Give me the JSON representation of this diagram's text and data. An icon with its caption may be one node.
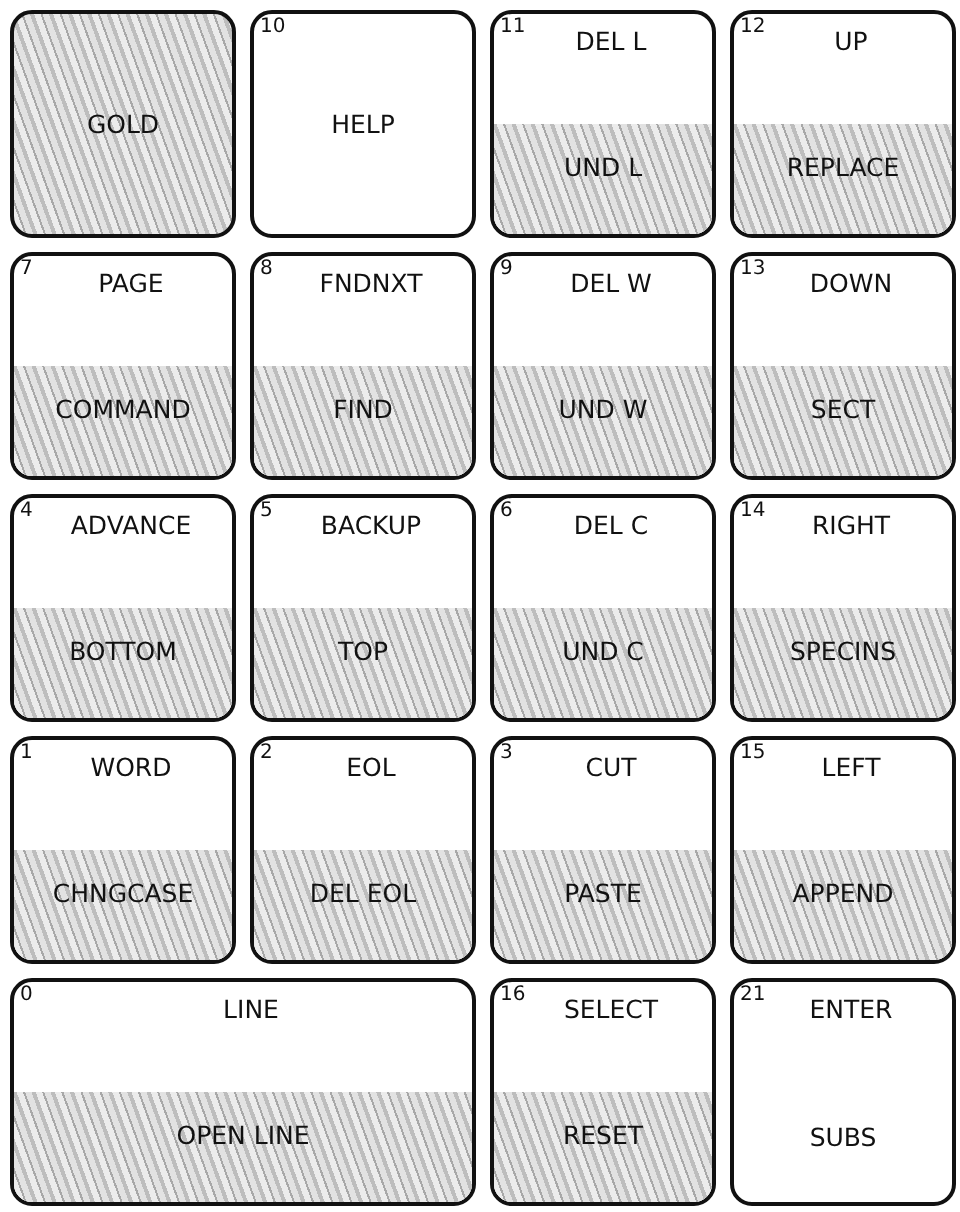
{
  "diagram": {
    "nodes": [
      {
        "text": [
          "GOLD"
        ]
      },
      {
        "text": [
          "10",
          "HELP"
        ]
      },
      {
        "text": [
          "11",
          "DEL L"
        ]
      },
      {
        "text": [
          "UND L"
        ],
        "in": 2
      },
      {
        "text": [
          "12",
          "UP"
        ]
      },
      {
        "text": [
          "REPLACE"
        ],
        "in": 4
      },
      {
        "text": [
          "7",
          "PAGE"
        ]
      },
      {
        "text": [
          "COMMAND"
        ],
        "in": 6
      },
      {
        "text": [
          "8",
          "FNDNXT"
        ]
      },
      {
        "text": [
          "FIND"
        ],
        "in": 8
      },
      {
        "text": [
          "9",
          "DEL W"
        ]
      },
      {
        "text": [
          "UND W"
        ],
        "in": 10
      },
      {
        "text": [
          "13",
          "DOWN"
        ]
      },
      {
        "text": [
          "SECT"
        ],
        "in": 12
      },
      {
        "text": [
          "4",
          "ADVANCE"
        ]
      },
      {
        "text": [
          "BOTTOM"
        ],
        "in": 14
      },
      {
        "text": [
          "5",
          "BACKUP"
        ]
      },
      {
        "text": [
          "TOP"
        ],
        "in": 16
      },
      {
        "text": [
          "6",
          "DEL C"
        ]
      },
      {
        "text": [
          "UND C"
        ],
        "in": 18
      },
      {
        "text": [
          "14",
          "RIGHT"
        ]
      },
      {
        "text": [
          "SPECINS"
        ],
        "in": 20
      },
      {
        "text": [
          "1",
          "WORD"
        ]
      },
      {
        "text": [
          "CHNGCASE"
        ],
        "in": 22
      },
      {
        "text": [
          "2",
          "EOL"
        ]
      },
      {
        "text": [
          "DEL EOL"
        ],
        "in": 24
      },
      {
        "text": [
          "3",
          "CUT"
        ]
      },
      {
        "text": [
          "PASTE"
        ],
        "in": 26
      },
      {
        "text": [
          "15",
          "LEFT"
        ]
      },
      {
        "text": [
          "APPEND"
        ],
        "in": 28
      },
      {
        "text": [
          "0",
          "LINE"
        ]
      },
      {
        "text": [
          "OPEN LINE"
        ],
        "in": 30
      },
      {
        "text": [
          "16",
          "SELECT"
        ]
      },
      {
        "text": [
          "RESET"
        ],
        "in": 32
      },
      {
        "text": [
          "21",
          "ENTER",
          "SUBS"
        ]
      }
    ]
  }
}
